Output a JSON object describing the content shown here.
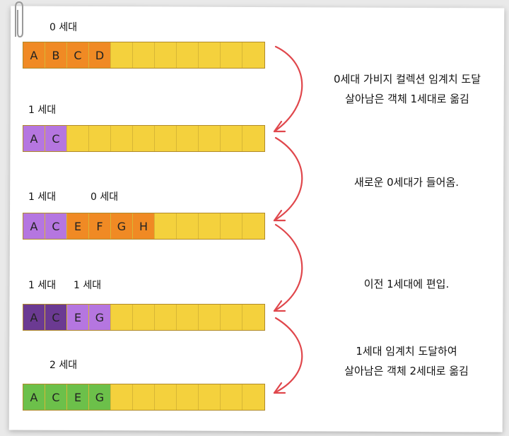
{
  "colors": {
    "empty": "#f4d13d",
    "gen0": "#f08a24",
    "gen1": "#b576e0",
    "gen1_old": "#6b3a92",
    "gen2": "#6cc04a",
    "arrow": "#e0474c"
  },
  "rows": [
    {
      "labels": [
        "0 세대"
      ],
      "cells": [
        {
          "text": "A",
          "kind": "gen0"
        },
        {
          "text": "B",
          "kind": "gen0"
        },
        {
          "text": "C",
          "kind": "gen0"
        },
        {
          "text": "D",
          "kind": "gen0"
        },
        {
          "text": "",
          "kind": "empty"
        },
        {
          "text": "",
          "kind": "empty"
        },
        {
          "text": "",
          "kind": "empty"
        },
        {
          "text": "",
          "kind": "empty"
        },
        {
          "text": "",
          "kind": "empty"
        },
        {
          "text": "",
          "kind": "empty"
        },
        {
          "text": "",
          "kind": "empty"
        }
      ]
    },
    {
      "labels": [
        "1 세대"
      ],
      "cells": [
        {
          "text": "A",
          "kind": "gen1"
        },
        {
          "text": "C",
          "kind": "gen1"
        },
        {
          "text": "",
          "kind": "empty"
        },
        {
          "text": "",
          "kind": "empty"
        },
        {
          "text": "",
          "kind": "empty"
        },
        {
          "text": "",
          "kind": "empty"
        },
        {
          "text": "",
          "kind": "empty"
        },
        {
          "text": "",
          "kind": "empty"
        },
        {
          "text": "",
          "kind": "empty"
        },
        {
          "text": "",
          "kind": "empty"
        },
        {
          "text": "",
          "kind": "empty"
        }
      ]
    },
    {
      "labels": [
        "1 세대",
        "0 세대"
      ],
      "cells": [
        {
          "text": "A",
          "kind": "gen1"
        },
        {
          "text": "C",
          "kind": "gen1"
        },
        {
          "text": "E",
          "kind": "gen0"
        },
        {
          "text": "F",
          "kind": "gen0"
        },
        {
          "text": "G",
          "kind": "gen0"
        },
        {
          "text": "H",
          "kind": "gen0"
        },
        {
          "text": "",
          "kind": "empty"
        },
        {
          "text": "",
          "kind": "empty"
        },
        {
          "text": "",
          "kind": "empty"
        },
        {
          "text": "",
          "kind": "empty"
        },
        {
          "text": "",
          "kind": "empty"
        }
      ]
    },
    {
      "labels": [
        "1 세대",
        "1 세대"
      ],
      "cells": [
        {
          "text": "A",
          "kind": "gen1_old"
        },
        {
          "text": "C",
          "kind": "gen1_old"
        },
        {
          "text": "E",
          "kind": "gen1"
        },
        {
          "text": "G",
          "kind": "gen1"
        },
        {
          "text": "",
          "kind": "empty"
        },
        {
          "text": "",
          "kind": "empty"
        },
        {
          "text": "",
          "kind": "empty"
        },
        {
          "text": "",
          "kind": "empty"
        },
        {
          "text": "",
          "kind": "empty"
        },
        {
          "text": "",
          "kind": "empty"
        },
        {
          "text": "",
          "kind": "empty"
        }
      ]
    },
    {
      "labels": [
        "2 세대"
      ],
      "cells": [
        {
          "text": "A",
          "kind": "gen2"
        },
        {
          "text": "C",
          "kind": "gen2"
        },
        {
          "text": "E",
          "kind": "gen2"
        },
        {
          "text": "G",
          "kind": "gen2"
        },
        {
          "text": "",
          "kind": "empty"
        },
        {
          "text": "",
          "kind": "empty"
        },
        {
          "text": "",
          "kind": "empty"
        },
        {
          "text": "",
          "kind": "empty"
        },
        {
          "text": "",
          "kind": "empty"
        },
        {
          "text": "",
          "kind": "empty"
        },
        {
          "text": "",
          "kind": "empty"
        }
      ]
    }
  ],
  "notes": [
    {
      "lines": [
        "0세대 가비지 컬렉션 임계치 도달",
        "살아남은 객체 1세대로 옮김"
      ]
    },
    {
      "lines": [
        "새로운 0세대가 들어옴."
      ]
    },
    {
      "lines": [
        "이전 1세대에 편입."
      ]
    },
    {
      "lines": [
        "1세대 임계치 도달하여",
        "살아남은 객체 2세대로 옮김"
      ]
    }
  ]
}
